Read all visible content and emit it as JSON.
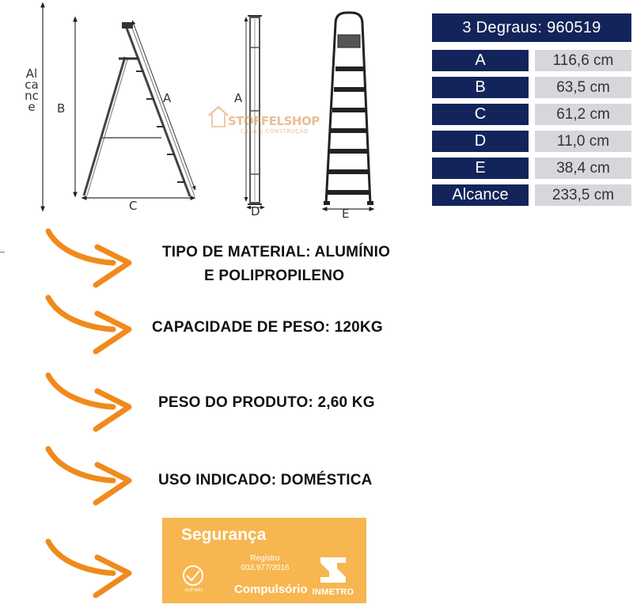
{
  "diagram": {
    "alcance_label": "Alcance",
    "label_a_side": "A",
    "label_b": "B",
    "label_c": "C",
    "label_a_front": "A",
    "label_d": "D",
    "label_e": "E",
    "watermark_brand": "STOFFELSHOP",
    "watermark_sub": "CASA E CONSTRUÇÃO"
  },
  "spec_table": {
    "header": "3 Degraus: 960519",
    "rows": [
      {
        "key": "A",
        "value": "116,6 cm"
      },
      {
        "key": "B",
        "value": "63,5 cm"
      },
      {
        "key": "C",
        "value": "61,2 cm"
      },
      {
        "key": "D",
        "value": "11,0 cm"
      },
      {
        "key": "E",
        "value": "38,4 cm"
      },
      {
        "key": "Alcance",
        "value": "233,5 cm"
      }
    ]
  },
  "features": {
    "material_line1": "TIPO DE MATERIAL: ALUMÍNIO",
    "material_line2": "E POLIPROPILENO",
    "capacity": "CAPACIDADE DE PESO: 120KG",
    "weight": "PESO DO PRODUTO: 2,60 KG",
    "usage": "USO INDICADO: DOMÉSTICA"
  },
  "badge": {
    "title": "Segurança",
    "registro_label": "Registro",
    "registro_number": "003.977/2016",
    "compulsorio": "Compulsório",
    "seal_text": "OCP 0061",
    "inmetro": "INMETRO"
  },
  "colors": {
    "navy": "#13245a",
    "gray_cell": "#d6d7db",
    "arrow_orange": "#f08a1c",
    "badge_orange": "#f7b650"
  }
}
